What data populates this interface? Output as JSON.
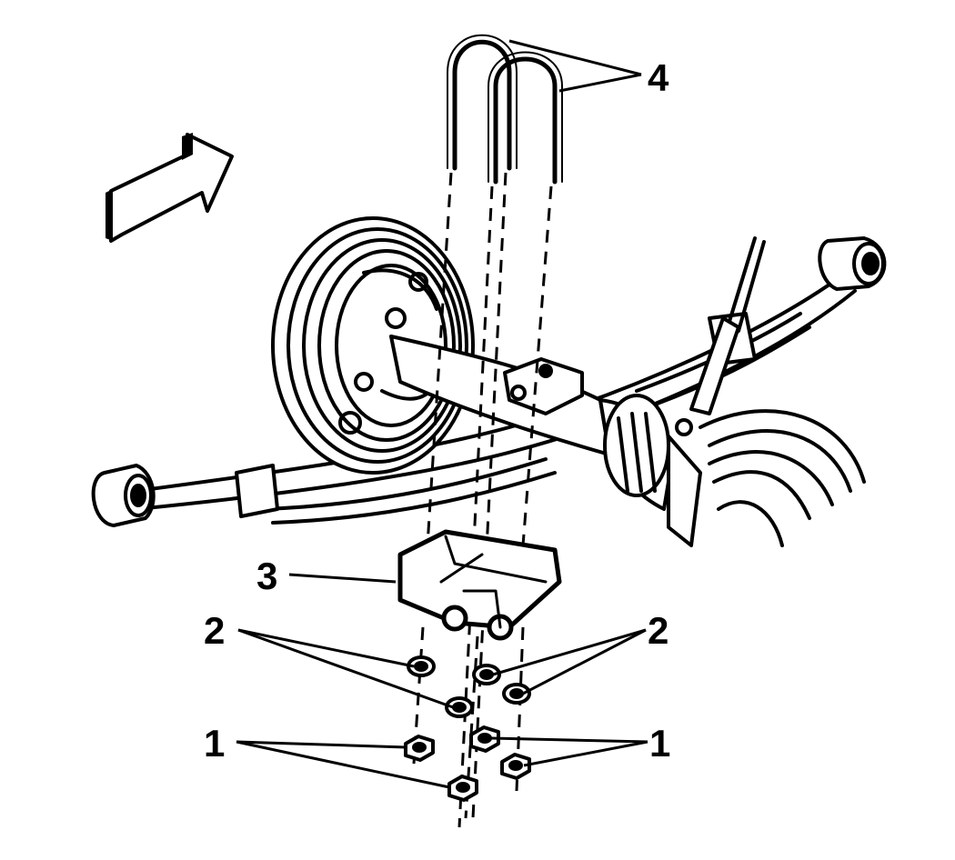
{
  "callouts": {
    "c1": "1",
    "c2": "2",
    "c3": "3",
    "c4": "4"
  },
  "icons": {
    "direction": "forward-arrow-icon"
  },
  "colors": {
    "ink": "#000000",
    "paper": "#ffffff"
  }
}
